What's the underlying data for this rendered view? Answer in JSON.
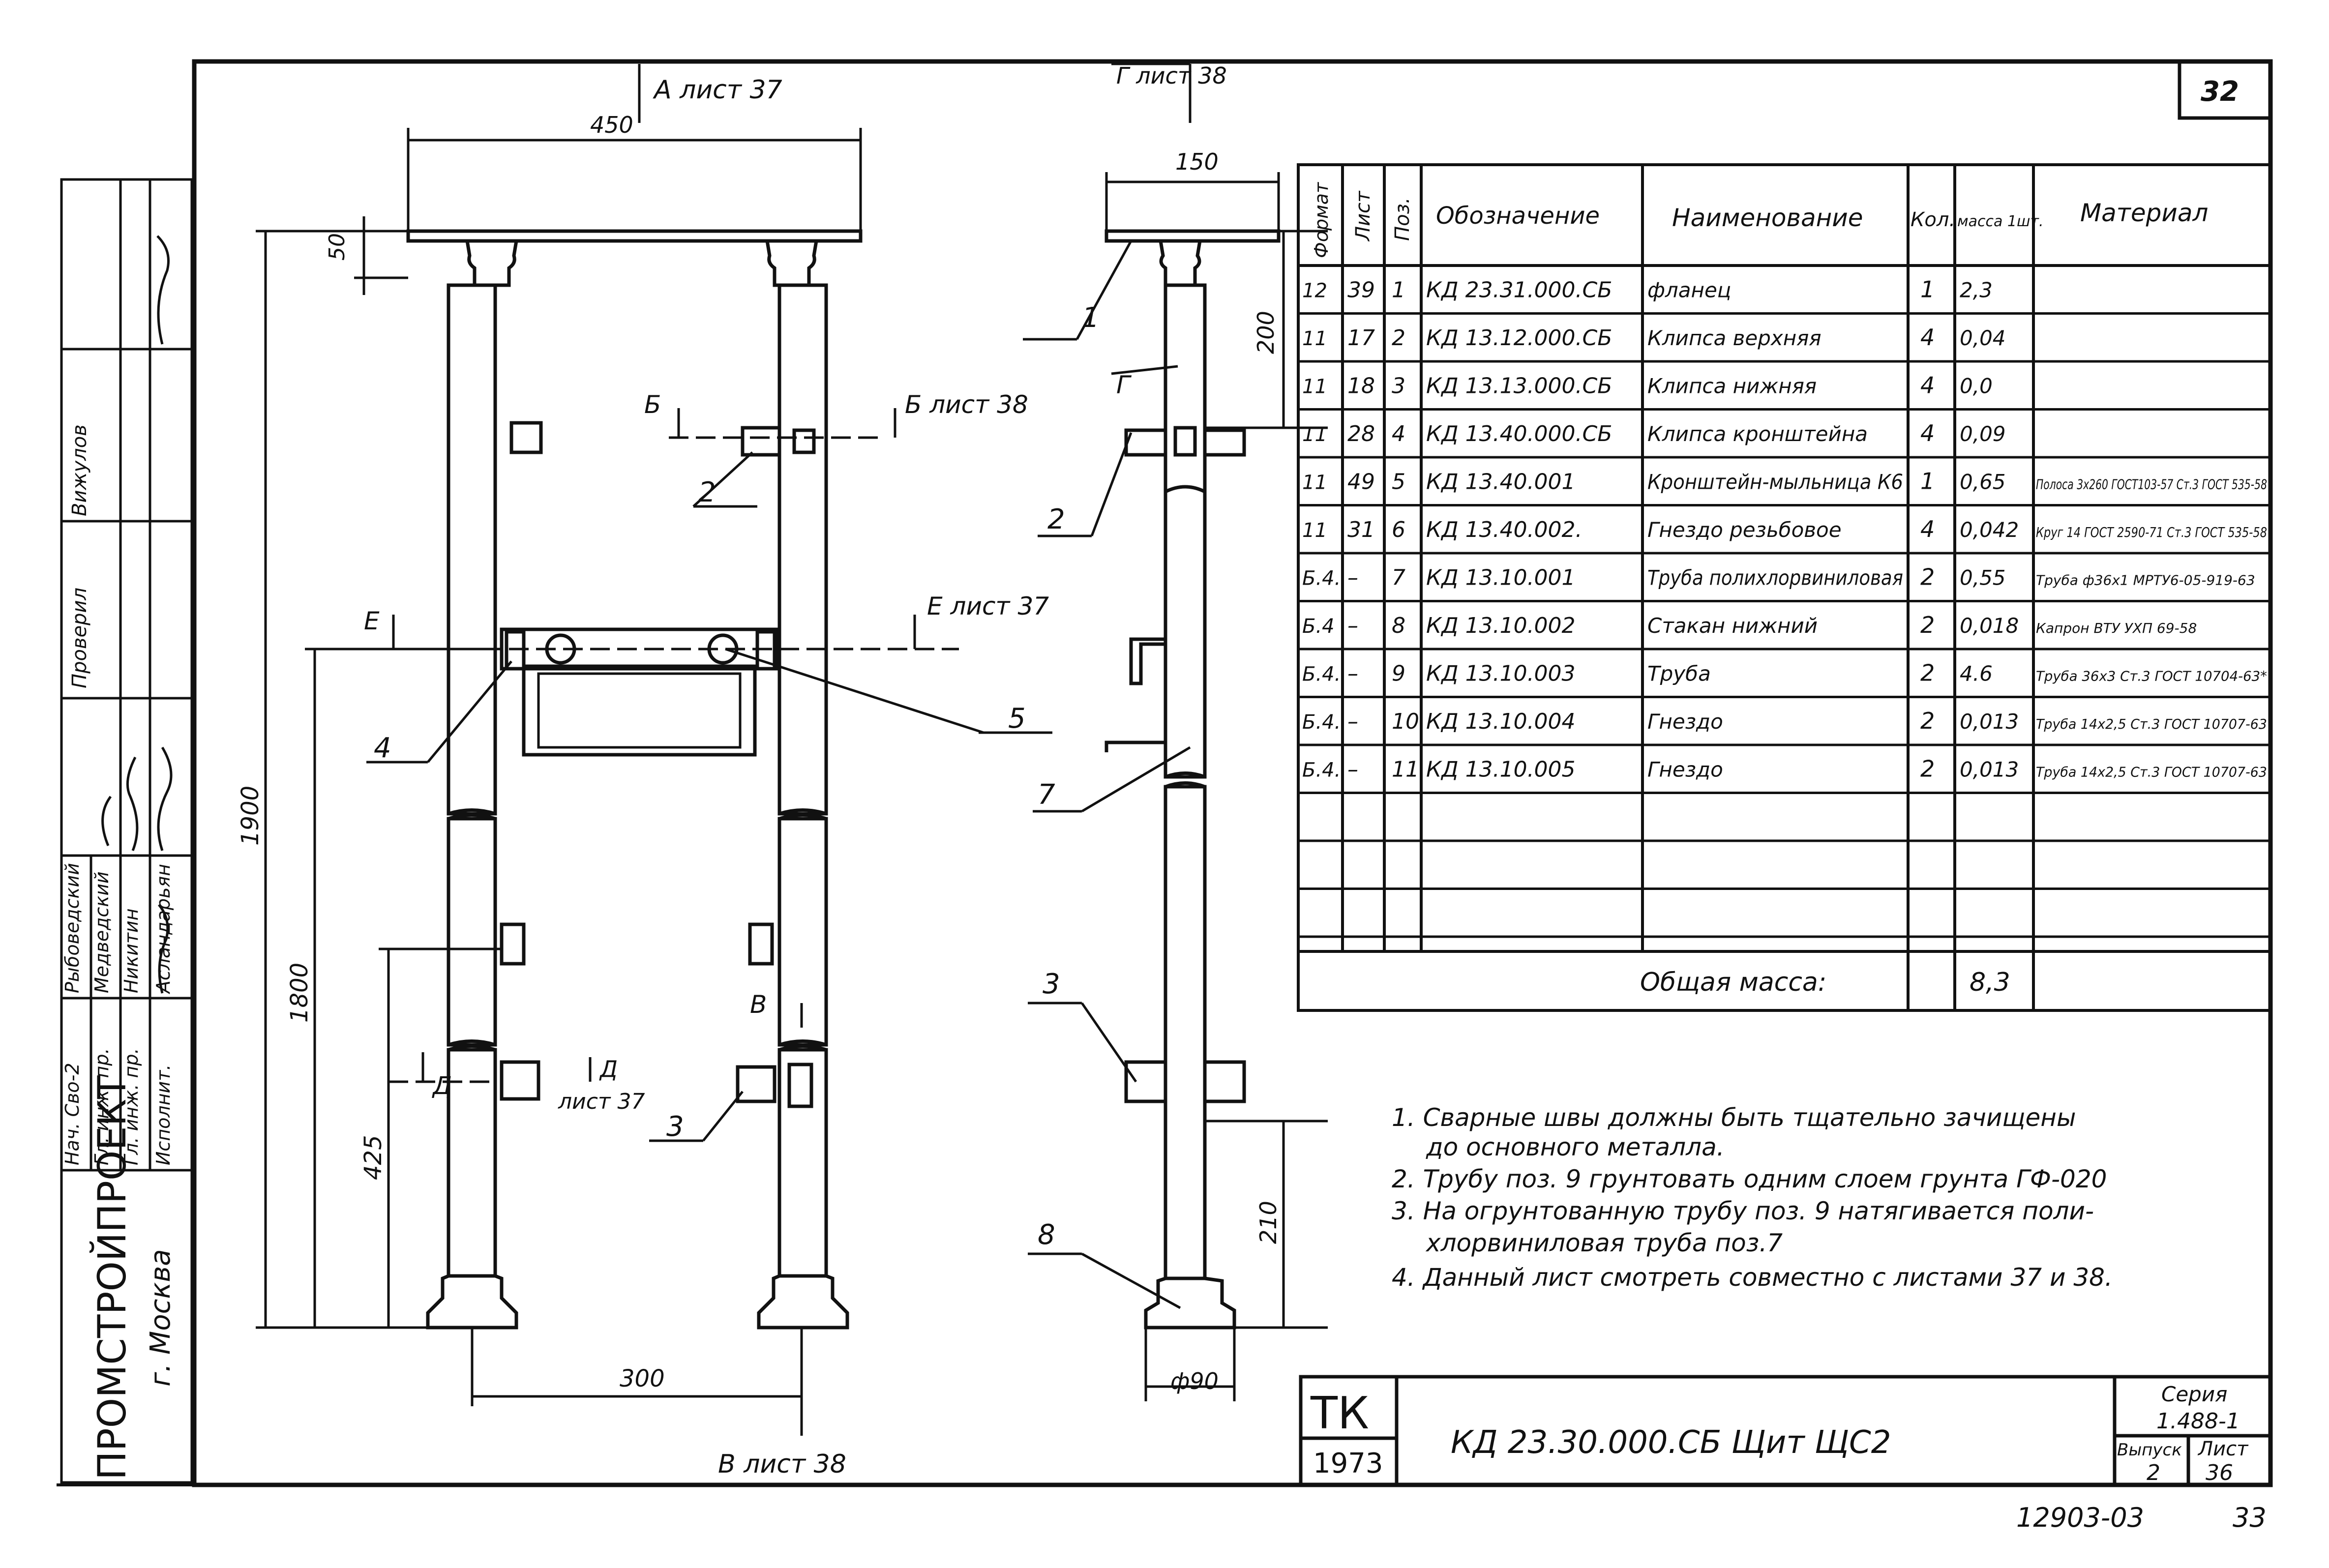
{
  "sheet": {
    "page_number": "32",
    "archive_number": "12903-03",
    "page_corner": "33"
  },
  "left_stamp": {
    "organization": "ПРОМСТРОЙПРОЕКТ",
    "city": "г. Москва",
    "rows": [
      {
        "role": "Нач. Сво-2",
        "name": "Рыбоведский"
      },
      {
        "role": "Гл. инж. пр.",
        "name": "Медведский"
      },
      {
        "role": "Гл. инж. пр.",
        "name": "Никитин"
      },
      {
        "role": "Исполнит.",
        "name": "Асландарьян"
      }
    ],
    "checked_label": "Проверил",
    "checked_name": "Вижулов"
  },
  "views": {
    "front": {
      "dim_450": "450",
      "dim_50": "50",
      "dim_1900": "1900",
      "dim_1800": "1800",
      "dim_425": "425",
      "dim_300": "300",
      "sec_a": "А лист 37",
      "sec_b_top_left": "Б",
      "sec_b_top_right": "Б лист 38",
      "sec_e_left": "Е",
      "sec_e_right": "Е лист 37",
      "sec_d_left": "Д",
      "sec_d_right": "Д",
      "sec_d_sheet": "лист 37",
      "sec_v_top": "В",
      "sec_v_bottom": "В лист 38",
      "pos_2": "2",
      "pos_3": "3",
      "pos_4": "4",
      "pos_5": "5"
    },
    "side": {
      "sec_g": "Г лист 38",
      "sec_g_mark": "Г",
      "dim_150": "150",
      "dim_200": "200",
      "dim_210": "210",
      "dim_90": "ф90",
      "pos_1": "1",
      "pos_2": "2",
      "pos_3": "3",
      "pos_7": "7",
      "pos_8": "8"
    }
  },
  "spec_table": {
    "headers": [
      "Формат",
      "Лист",
      "Поз.",
      "Обозначение",
      "Наименование",
      "Кол.",
      "масса 1шт.",
      "Материал"
    ],
    "rows": [
      [
        "12",
        "39",
        "1",
        "КД 23.31.000.СБ",
        "фланец",
        "1",
        "2,3",
        ""
      ],
      [
        "11",
        "17",
        "2",
        "КД 13.12.000.СБ",
        "Клипса верхняя",
        "4",
        "0,04",
        ""
      ],
      [
        "11",
        "18",
        "3",
        "КД 13.13.000.СБ",
        "Клипса нижняя",
        "4",
        "0,0",
        ""
      ],
      [
        "11",
        "28",
        "4",
        "КД 13.40.000.СБ",
        "Клипса кронштейна",
        "4",
        "0,09",
        ""
      ],
      [
        "11",
        "49",
        "5",
        "КД 13.40.001",
        "Кронштейн-мыльница К6",
        "1",
        "0,65",
        "Полоса 3х260 ГОСТ103-57 Ст.3 ГОСТ 535-58"
      ],
      [
        "11",
        "31",
        "6",
        "КД 13.40.002.",
        "Гнездо резьбовое",
        "4",
        "0,042",
        "Круг 14 ГОСТ 2590-71 Ст.3 ГОСТ 535-58"
      ],
      [
        "Б.4.",
        "–",
        "7",
        "КД 13.10.001",
        "Труба полихлорвиниловая",
        "2",
        "0,55",
        "Труба ф36х1 МРТУ6-05-919-63"
      ],
      [
        "Б.4",
        "–",
        "8",
        "КД 13.10.002",
        "Стакан нижний",
        "2",
        "0,018",
        "Капрон ВТУ УХП 69-58"
      ],
      [
        "Б.4.",
        "–",
        "9",
        "КД 13.10.003",
        "Труба",
        "2",
        "4.6",
        "Труба 36х3 Ст.3 ГОСТ 10704-63*"
      ],
      [
        "Б.4.",
        "–",
        "10",
        "КД 13.10.004",
        "Гнездо",
        "2",
        "0,013",
        "Труба 14х2,5 Ст.3 ГОСТ 10707-63"
      ],
      [
        "Б.4.",
        "–",
        "11",
        "КД 13.10.005",
        "Гнездо",
        "2",
        "0,013",
        "Труба 14х2,5 Ст.3 ГОСТ 10707-63"
      ]
    ],
    "total_label": "Общая масса:",
    "total_value": "8,3"
  },
  "notes": [
    "1. Сварные швы должны быть тщательно зачищены",
    "до основного металла.",
    "2. Трубу поз. 9 грунтовать одним слоем грунта ГФ-020",
    "3. На огрунтованную трубу поз. 9 натягивается поли-",
    "хлорвиниловая труба поз.7",
    "4. Данный лист смотреть совместно с листами 37 и 38."
  ],
  "title_block": {
    "code": "ТК",
    "year": "1973",
    "designation": "КД 23.30.000.СБ Щит ЩС2",
    "series_label": "Серия",
    "series_value": "1.488-1",
    "issue_label": "Выпуск",
    "issue_value": "2",
    "sheet_label": "Лист",
    "sheet_value": "36"
  }
}
